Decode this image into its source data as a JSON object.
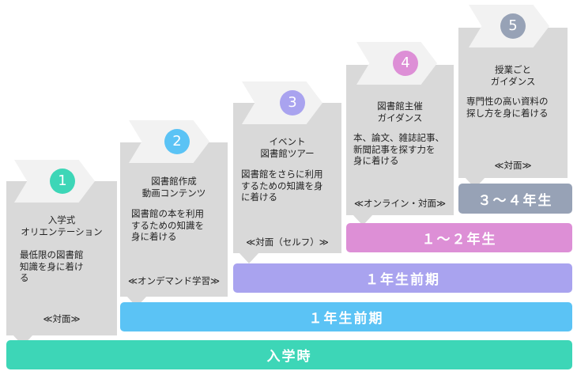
{
  "colors": {
    "card": "#d9d9d9",
    "chevron": "#f2f2f2",
    "step1": "#3dd6b7",
    "step2": "#5bc3f5",
    "step3": "#a9a3ef",
    "step4": "#dd8fd6",
    "step5": "#97a2b6"
  },
  "steps": [
    {
      "num": "1",
      "title": "入学式\nオリエンテーション",
      "desc": "最低限の図書館\n知識を身に着け\nる",
      "mode": "≪対面≫"
    },
    {
      "num": "2",
      "title": "図書館作成\n動画コンテンツ",
      "desc": "図書館の本を利用\nするための知識を\n身に着ける",
      "mode": "≪オンデマンド学習≫"
    },
    {
      "num": "3",
      "title": "イベント\n図書館ツアー",
      "desc": "図書館をさらに利用\nするための知識を身\nに着ける",
      "mode": "≪対面（セルフ）≫"
    },
    {
      "num": "4",
      "title": "図書館主催\nガイダンス",
      "desc": "本、論文、雑誌記事、\n新聞記事を探す力を\n身に着ける",
      "mode": "≪オンライン・対面≫"
    },
    {
      "num": "5",
      "title": "授業ごと\nガイダンス",
      "desc": "専門性の高い資料の\n探し方を身に着ける",
      "mode": "≪対面≫"
    }
  ],
  "bars": {
    "entry": "入学時",
    "first_year_a": "１年生前期",
    "first_year_b": "１年生前期",
    "year_1_2": "１～２年生",
    "year_3_4": "３～４年生"
  }
}
